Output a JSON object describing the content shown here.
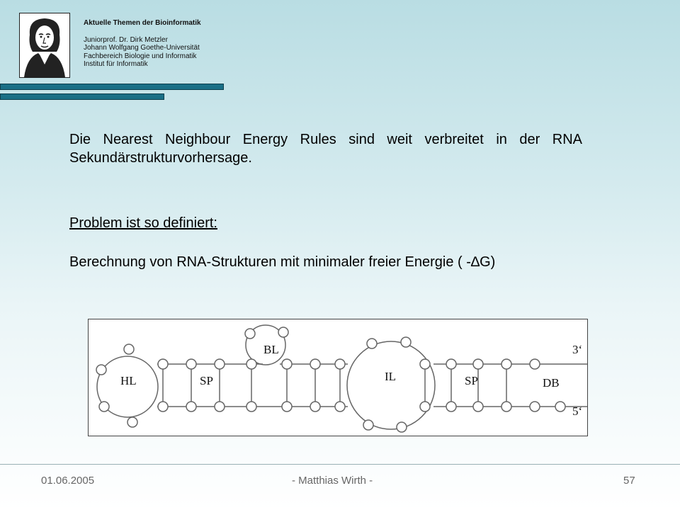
{
  "header": {
    "title": "Aktuelle Themen der Bioinformatik",
    "lines": [
      "Juniorprof. Dr. Dirk Metzler",
      "Johann Wolfgang Goethe-Universität",
      "Fachbereich Biologie und Informatik",
      "Institut für Informatik"
    ]
  },
  "content": {
    "intro": "Die Nearest Neighbour Energy Rules sind weit verbreitet in der RNA Sekundärstrukturvorhersage.",
    "problem_heading": "Problem ist so definiert:",
    "definition": "Berechnung von RNA-Strukturen mit minimaler freier Energie ( -∆G)"
  },
  "diagram": {
    "labels": {
      "hairpin_loop": "HL",
      "stacking_pair_1": "SP",
      "bulge_loop": "BL",
      "interior_loop": "IL",
      "stacking_pair_2": "SP",
      "dangling_base": "DB",
      "end_3": "3‘",
      "end_5": "5‘"
    }
  },
  "footer": {
    "date": "01.06.2005",
    "author": "- Matthias Wirth -",
    "page": "57"
  }
}
